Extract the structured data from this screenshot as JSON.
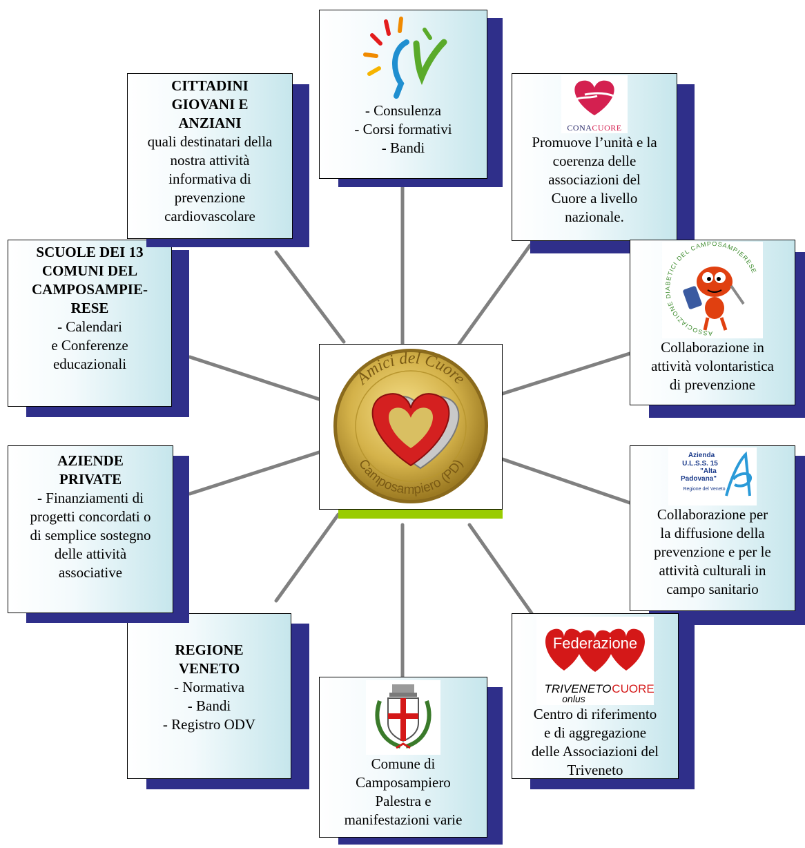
{
  "center": {
    "seal_top_text": "Amici del Cuore",
    "seal_bottom_text": "Camposampiero (PD)"
  },
  "nodes": {
    "csv": {
      "logo_text": "CSV",
      "lines": [
        "- Consulenza",
        "- Corsi formativi",
        "- Bandi"
      ]
    },
    "conacuore": {
      "logo_text_a": "CONA",
      "logo_text_b": "CUORE",
      "lines": [
        "Promuove l’unità e la",
        "coerenza delle",
        "associazioni del",
        "Cuore a livello",
        "nazionale."
      ]
    },
    "diabetici": {
      "logo_ring_text": "ASSOCIAZIONE DIABETICI DEL CAMPOSAMPIERESE",
      "lines": [
        "Collaborazione in",
        "attività volontaristica",
        "di prevenzione"
      ]
    },
    "ulss": {
      "logo_lines": [
        "Azienda",
        "U.L.S.S. 15",
        "\"Alta",
        "Padovana\"",
        "Regione del Veneto"
      ],
      "lines": [
        "Collaborazione per",
        "la diffusione della",
        "prevenzione e per le",
        "attività culturali in",
        "campo sanitario"
      ]
    },
    "federazione": {
      "logo_title": "Federazione",
      "logo_sub_a": "TRIVENETO",
      "logo_sub_b": "CUORE",
      "logo_sub_c": "onlus",
      "lines": [
        "Centro di riferimento",
        "e di aggregazione",
        "delle Associazioni del",
        "Triveneto"
      ]
    },
    "comune": {
      "lines": [
        "Comune di",
        "Camposampiero",
        "Palestra  e",
        "manifestazioni varie"
      ]
    },
    "regione": {
      "title_lines": [
        "REGIONE",
        "VENETO"
      ],
      "lines": [
        "- Normativa",
        "- Bandi",
        "- Registro ODV"
      ]
    },
    "aziende": {
      "title_lines": [
        "AZIENDE",
        "PRIVATE"
      ],
      "lines": [
        "- Finanziamenti di",
        "progetti concordati o",
        "di semplice sostegno",
        "delle attività",
        "associative"
      ]
    },
    "scuole": {
      "title_lines": [
        "SCUOLE DEI 13",
        "COMUNI DEL",
        "CAMPOSAMPIE-",
        "RESE"
      ],
      "lines": [
        "- Calendari",
        "e Conferenze",
        "educazionali"
      ]
    },
    "cittadini": {
      "title_lines": [
        "CITTADINI",
        "GIOVANI E",
        "ANZIANI"
      ],
      "lines": [
        "quali destinatari della",
        "nostra attività",
        "informativa di",
        "prevenzione",
        "cardiovascolare"
      ]
    }
  },
  "colors": {
    "shadow": "#2f2f8a",
    "center_shadow": "#99cc00",
    "connector": "#808080",
    "box_gradient_end": "#c6e6ec",
    "seal_gold": "#d4b24a",
    "heart_red": "#d42020"
  }
}
